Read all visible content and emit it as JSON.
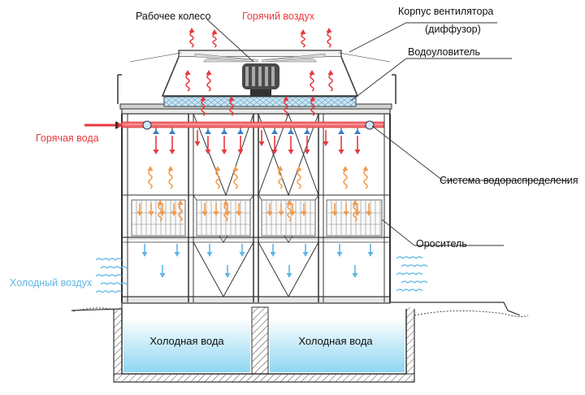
{
  "labels": {
    "impeller": "Рабочее колесо",
    "hot_air": "Горячий воздух",
    "fan_housing_line1": "Корпус вентилятора",
    "fan_housing_line2": "(диффузор)",
    "drift_eliminator": "Водоуловитель",
    "hot_water": "Горячая вода",
    "distribution_system": "Система водораспределения",
    "fill": "Ороситель",
    "cold_air": "Холодный воздух",
    "cold_water_left": "Холодная вода",
    "cold_water_right": "Холодная вода"
  },
  "colors": {
    "hot": "#e8383d",
    "warm": "#f39a4b",
    "cold": "#5fb6e6",
    "water": "#b9e6f8",
    "structure": "#333333"
  }
}
